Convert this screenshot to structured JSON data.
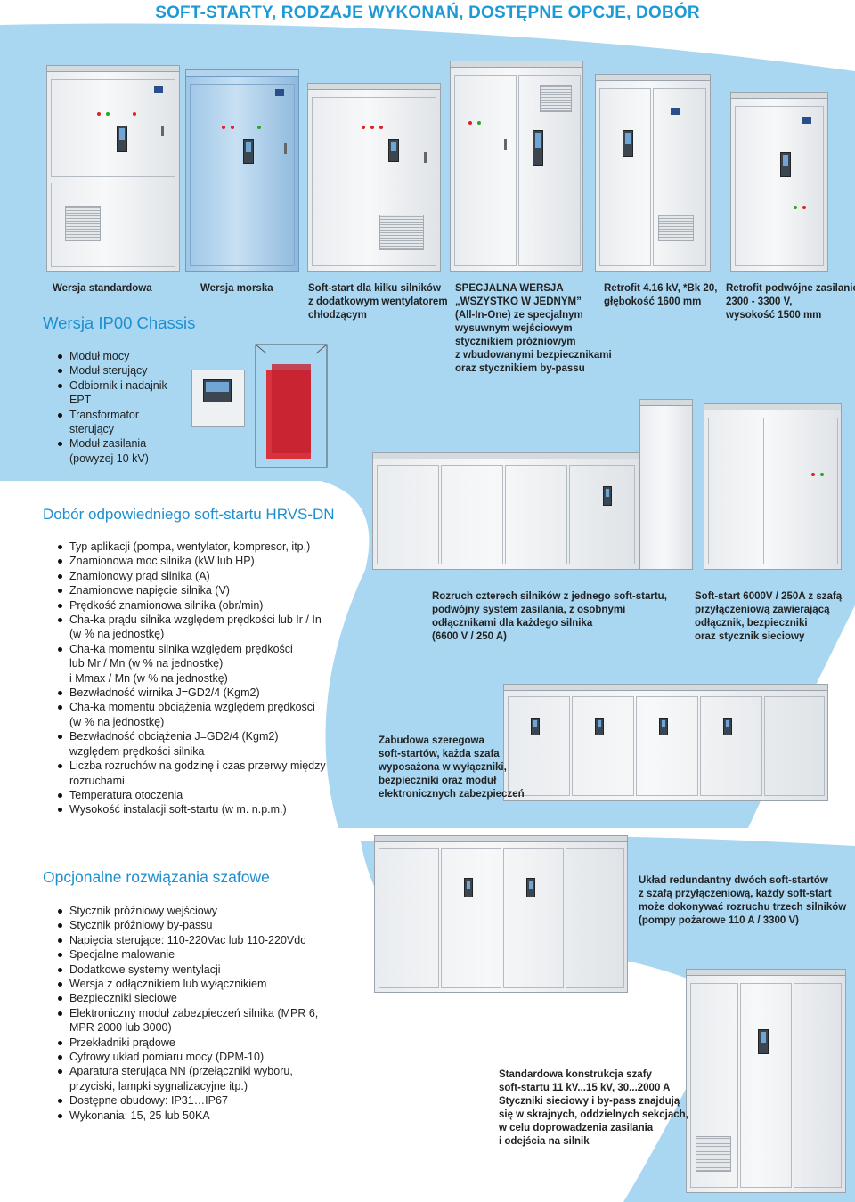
{
  "title": "SOFT-STARTY, RODZAJE WYKONAŃ, DOSTĘPNE OPCJE, DOBÓR",
  "top_captions": {
    "standard": "Wersja standardowa",
    "marine": "Wersja morska",
    "multi": [
      "Soft-start dla kilku silników",
      "z dodatkowym wentylatorem",
      "chłodzącym"
    ],
    "special": [
      "SPECJALNA WERSJA",
      "„WSZYSTKO W JEDNYM”",
      "(All-In-One) ze specjalnym",
      "wysuwnym wejściowym",
      "stycznikiem próżniowym",
      "z wbudowanymi bezpiecznikami",
      "oraz stycznikiem by-passu"
    ],
    "retrofit1": [
      "Retrofit  4.16 kV, *Bk 20,",
      "głębokość 1600 mm"
    ],
    "retrofit2": [
      "Retrofit  podwójne zasilanie",
      "2300 - 3300 V,",
      "wysokość 1500 mm"
    ]
  },
  "chassis": {
    "heading": "Wersja IP00 Chassis",
    "items": [
      [
        "Moduł mocy"
      ],
      [
        "Moduł sterujący"
      ],
      [
        "Odbiornik i nadajnik",
        "EPT"
      ],
      [
        "Transformator",
        "sterujący"
      ],
      [
        "Moduł zasilania",
        "(powyżej 10 kV)"
      ]
    ]
  },
  "selection": {
    "heading": "Dobór odpowiedniego soft-startu HRVS-DN",
    "items": [
      [
        "Typ aplikacji (pompa, wentylator, kompresor, itp.)"
      ],
      [
        "Znamionowa moc silnika (kW lub HP)"
      ],
      [
        "Znamionowy prąd silnika (A)"
      ],
      [
        "Znamionowe napięcie silnika (V)"
      ],
      [
        "Prędkość znamionowa silnika (obr/min)"
      ],
      [
        "Cha-ka prądu silnika względem prędkości lub Ir / In",
        "(w % na jednostkę)"
      ],
      [
        "Cha-ka momentu silnika względem prędkości",
        "lub Mr / Mn (w % na jednostkę)",
        "i Mmax / Mn (w % na jednostkę)"
      ],
      [
        "Bezwładność wirnika J=GD2/4 (Kgm2)"
      ],
      [
        "Cha-ka momentu obciążenia względem prędkości",
        "(w % na jednostkę)"
      ],
      [
        "Bezwładność obciążenia J=GD2/4 (Kgm2)",
        "względem prędkości silnika"
      ],
      [
        "Liczba rozruchów na godzinę i czas przerwy między",
        "rozruchami"
      ],
      [
        "Temperatura otoczenia"
      ],
      [
        "Wysokość instalacji soft-startu (w m. n.p.m.)"
      ]
    ]
  },
  "mid_captions": {
    "four_motors": [
      "Rozruch czterech silników z jednego soft-startu,",
      "podwójny system zasilania, z osobnymi",
      "odłącznikami dla każdego silnika",
      "(6600 V / 250 A)"
    ],
    "soft6000": [
      "Soft-start 6000V / 250A z szafą",
      "przyłączeniową zawierającą",
      "odłącznik, bezpieczniki",
      "oraz stycznik sieciowy"
    ],
    "row_build": [
      "Zabudowa szeregowa",
      "soft-startów, każda szafa",
      "wyposażona w wyłączniki,",
      "bezpieczniki oraz moduł",
      "elektronicznych zabezpieczeń"
    ]
  },
  "options": {
    "heading": "Opcjonalne rozwiązania szafowe",
    "items": [
      [
        "Stycznik próżniowy wejściowy"
      ],
      [
        "Stycznik próżniowy by-passu"
      ],
      [
        "Napięcia sterujące: 110-220Vac lub 110-220Vdc"
      ],
      [
        "Specjalne malowanie"
      ],
      [
        "Dodatkowe systemy wentylacji"
      ],
      [
        "Wersja z odłącznikiem lub wyłącznikiem"
      ],
      [
        "Bezpieczniki sieciowe"
      ],
      [
        "Elektroniczny moduł zabezpieczeń silnika (MPR 6,",
        "MPR 2000 lub 3000)"
      ],
      [
        "Przekładniki prądowe"
      ],
      [
        "Cyfrowy układ pomiaru mocy (DPM-10)"
      ],
      [
        "Aparatura sterująca NN (przełączniki wyboru,",
        "przyciski, lampki sygnalizacyjne itp.)"
      ],
      [
        "Dostępne obudowy: IP31…IP67"
      ],
      [
        "Wykonania: 15, 25 lub 50KA"
      ]
    ]
  },
  "bottom_captions": {
    "redundant": [
      "Układ redundantny dwóch soft-startów",
      "z szafą przyłączeniową, każdy soft-start",
      "może dokonywać rozruchu trzech silników",
      "(pompy pożarowe 110 A / 3300 V)"
    ],
    "standard_cab": [
      "Standardowa konstrukcja szafy",
      "soft-startu 11 kV...15 kV, 30...2000 A",
      "Styczniki sieciowy i by-pass znajdują",
      "się w skrajnych, oddzielnych sekcjach,",
      "w celu doprowadzenia zasilania",
      "i odejścia na silnik"
    ]
  },
  "colors": {
    "accent": "#1d9ad6",
    "sky": "#a7d6f1"
  }
}
